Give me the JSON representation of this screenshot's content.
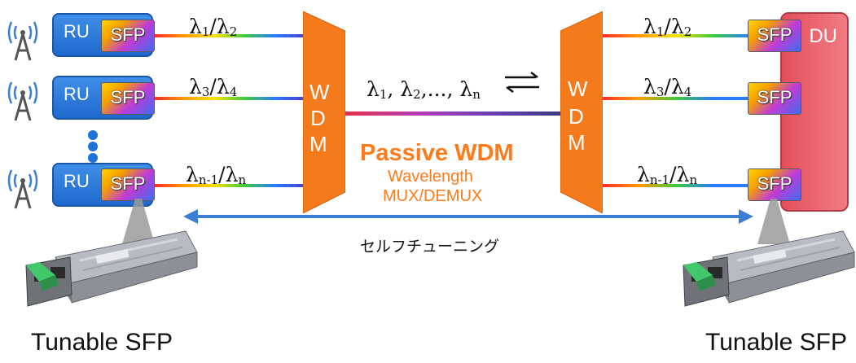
{
  "ru_label": "RU",
  "sfp_label": "SFP",
  "du_label": "DU",
  "wdm_letters": [
    "W",
    "D",
    "M"
  ],
  "lambda_pairs": [
    {
      "a": "λ",
      "a_sub": "1",
      "b": "λ",
      "b_sub": "2"
    },
    {
      "a": "λ",
      "a_sub": "3",
      "b": "λ",
      "b_sub": "4"
    },
    {
      "a": "λ",
      "a_sub": "n-1",
      "b": "λ",
      "b_sub": "n"
    }
  ],
  "center_lambdas": {
    "text": "λ",
    "sub1": "1",
    "sep1": ", λ",
    "sub2": "2",
    "sep2": ",..., λ",
    "subn": "n"
  },
  "passive_title": "Passive WDM",
  "passive_sub1": "Wavelength",
  "passive_sub2": "MUX/DEMUX",
  "self_tuning": "セルフチューニング",
  "tunable_left": "Tunable SFP",
  "tunable_right": "Tunable SFP",
  "colors": {
    "ru_blue": "#2b7de0",
    "du_red": "#e8505c",
    "wdm_orange": "#f47a1c",
    "arrow_blue": "#3a7fd5",
    "text_orange": "#ff7a1a"
  },
  "icons": [
    "antenna-icon",
    "sfp-module-icon"
  ]
}
